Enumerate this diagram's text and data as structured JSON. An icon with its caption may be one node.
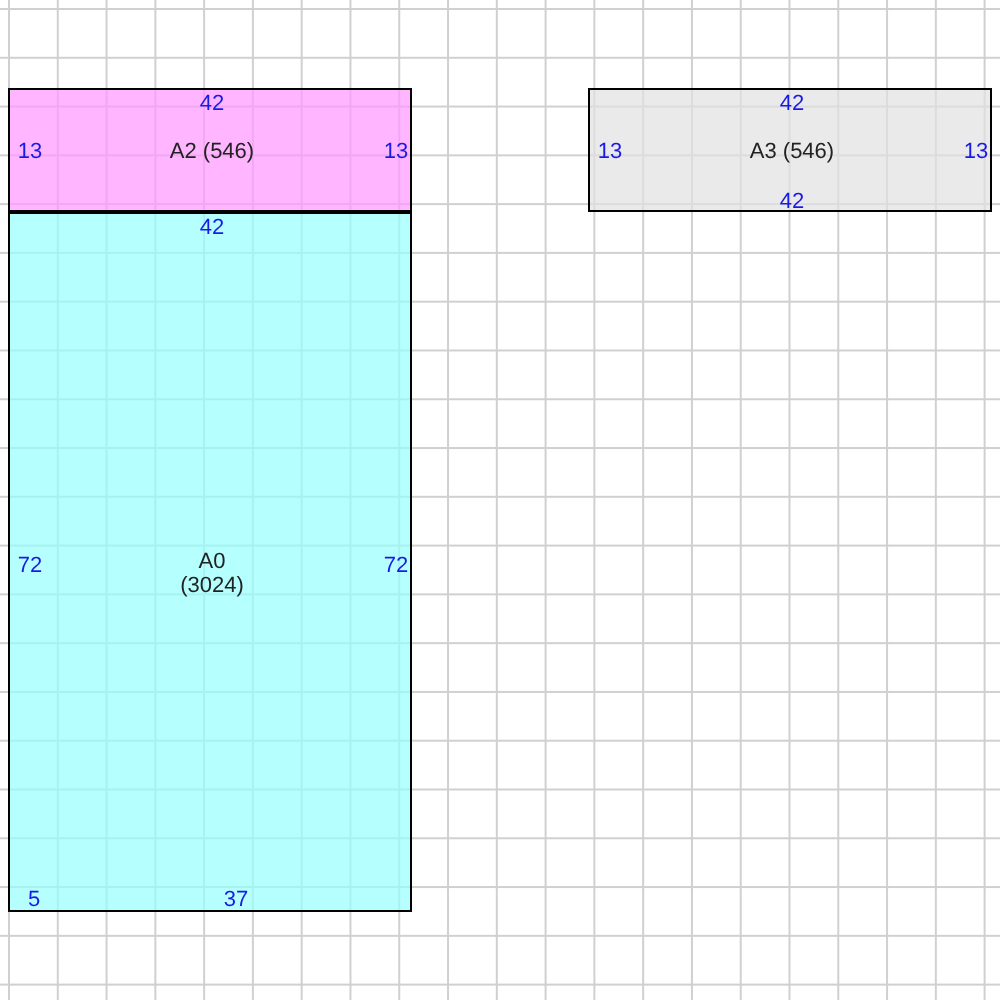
{
  "diagram": {
    "nodes": [
      {
        "text": [
          "42",
          "13",
          "A2 (546)",
          "13"
        ]
      },
      {
        "text": [
          "42",
          "13",
          "A3 (546)",
          "13",
          "42"
        ]
      },
      {
        "text": [
          "42",
          "72",
          "A0 (3024)",
          "72",
          "5",
          "37"
        ]
      }
    ]
  }
}
